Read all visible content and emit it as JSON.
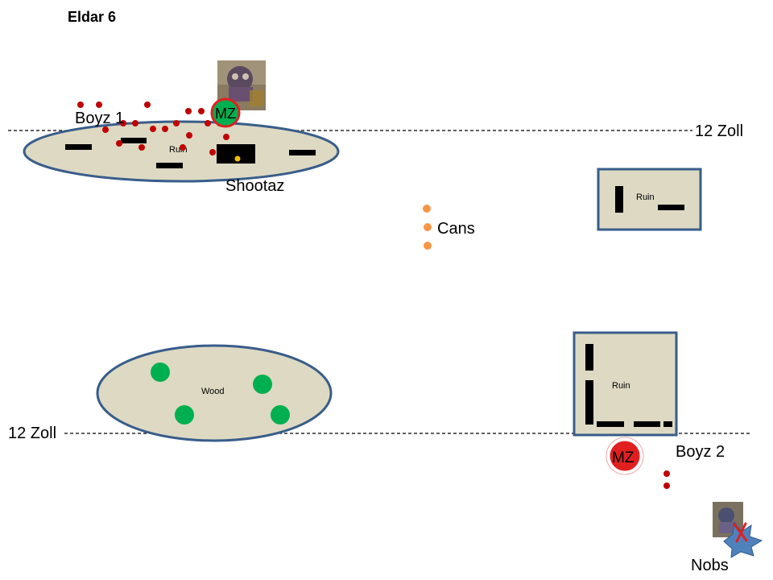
{
  "title": "Eldar 6",
  "zone_lines": {
    "top_label": "12  Zoll",
    "bottom_label": "12 Zoll"
  },
  "terrain": {
    "top_ellipse_label": "Ruin",
    "top_right_label": "Ruin",
    "bottom_left_label": "Wood",
    "bottom_right_label": "Ruin"
  },
  "units": {
    "boyz1": "Boyz 1",
    "mz_top": "MZ",
    "shootaz": "Shootaz",
    "cans": "Cans",
    "mz_bottom": "MZ",
    "boyz2": "Boyz 2",
    "nobs": "Nobs"
  },
  "colors": {
    "terrain_fill": "#ddd9c3",
    "terrain_stroke": "#385d8a",
    "ork_red": "#c00000",
    "cans_orange": "#f79646",
    "eldar_green": "#00b050",
    "mz_red": "#e02020",
    "burst_blue": "#4f81bd"
  },
  "icons": [
    "ork-mek-portrait-icon",
    "nob-portrait-icon",
    "explosion-burst-icon",
    "cross-icon"
  ]
}
